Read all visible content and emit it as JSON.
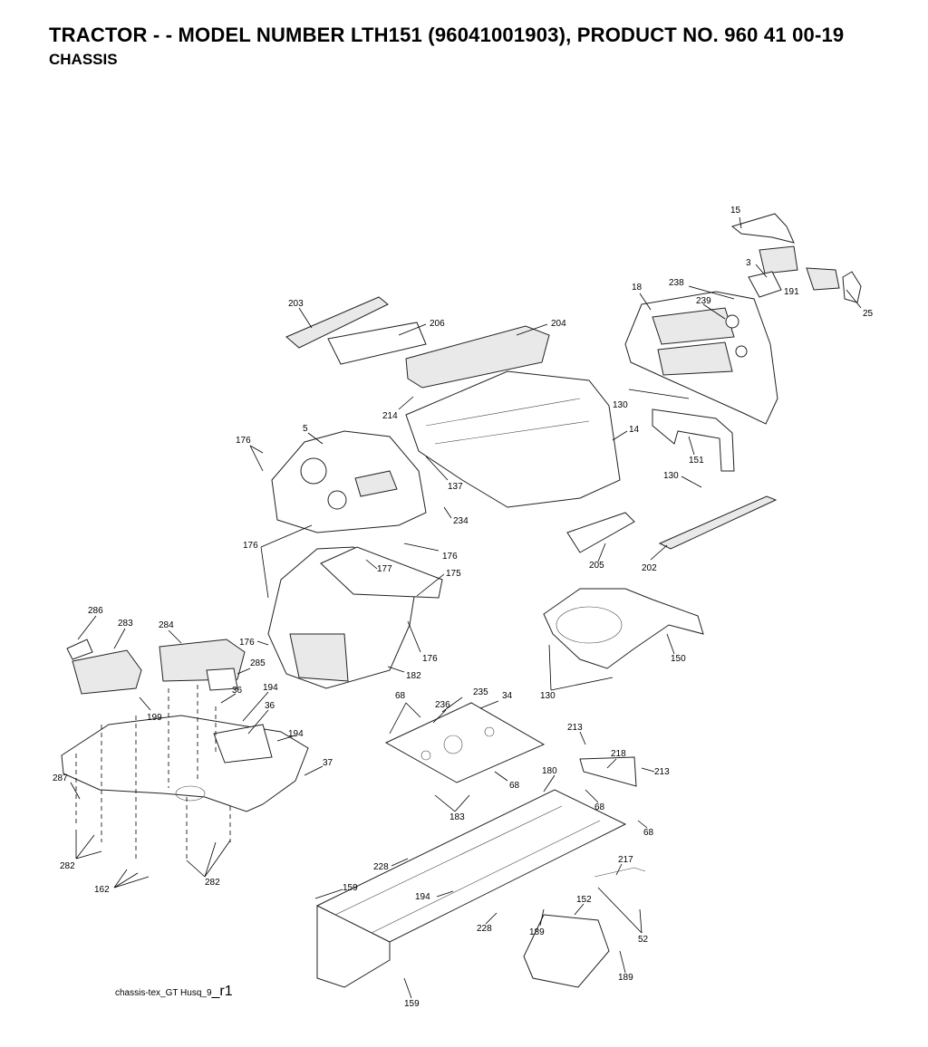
{
  "header": {
    "title": "TRACTOR - - MODEL NUMBER LTH151 (96041001903), PRODUCT NO. 960 41 00-19",
    "subtitle": "CHASSIS"
  },
  "footer": {
    "filename": "chassis-tex_GT Husq_9",
    "revision": "_r1"
  },
  "callouts": {
    "c15": "15",
    "c3": "3",
    "c191": "191",
    "c25": "25",
    "c238": "238",
    "c239": "239",
    "c18": "18",
    "c203": "203",
    "c206": "206",
    "c204": "204",
    "c130a": "130",
    "c214": "214",
    "c14": "14",
    "c151": "151",
    "c130b": "130",
    "c5": "5",
    "c176a": "176",
    "c137": "137",
    "c234": "234",
    "c176b": "176",
    "c176c": "176",
    "c177": "177",
    "c175": "175",
    "c205": "205",
    "c202": "202",
    "c176d": "176",
    "c176e": "176",
    "c182": "182",
    "c150": "150",
    "c130c": "130",
    "c286": "286",
    "c283": "283",
    "c284": "284",
    "c285": "285",
    "c194a": "194",
    "c36a": "36",
    "c36b": "36",
    "c194b": "194",
    "c199": "199",
    "c37": "37",
    "c287": "287",
    "c282a": "282",
    "c162": "162",
    "c282b": "282",
    "c68a": "68",
    "c235": "235",
    "c236": "236",
    "c34": "34",
    "c68b": "68",
    "c183": "183",
    "c213a": "213",
    "c218": "218",
    "c213b": "213",
    "c68c": "68",
    "c68d": "68",
    "c180": "180",
    "c228a": "228",
    "c194c": "194",
    "c159a": "159",
    "c217": "217",
    "c152": "152",
    "c228b": "228",
    "c189a": "189",
    "c52": "52",
    "c189b": "189",
    "c159b": "159"
  }
}
